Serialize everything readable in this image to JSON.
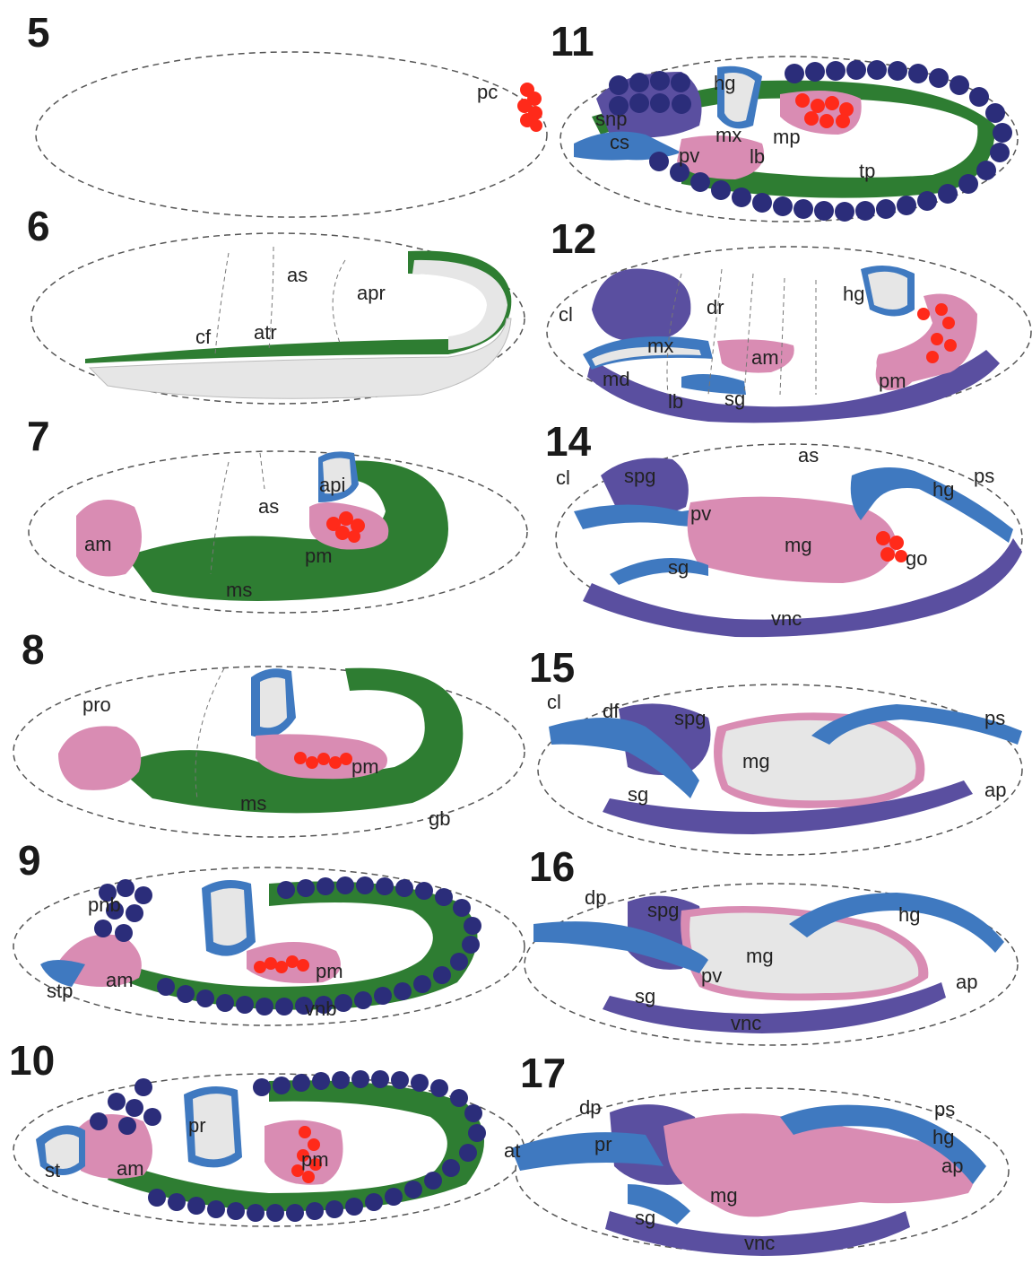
{
  "colors": {
    "mesoderm": "#2e7d32",
    "endoderm": "#d98cb3",
    "nervous": "#5a4fa0",
    "ectoderm_gut": "#3f79c0",
    "pole_cells": "#ff2a1a",
    "yolk": "#e6e6e6"
  },
  "panels": [
    {
      "id": "5",
      "number": "5",
      "labels": [
        "pc"
      ]
    },
    {
      "id": "6",
      "number": "6",
      "labels": [
        "as",
        "apr",
        "cf",
        "atr"
      ]
    },
    {
      "id": "7",
      "number": "7",
      "labels": [
        "api",
        "as",
        "am",
        "pm",
        "ms"
      ]
    },
    {
      "id": "8",
      "number": "8",
      "labels": [
        "pro",
        "pm",
        "ms",
        "gb"
      ]
    },
    {
      "id": "9",
      "number": "9",
      "labels": [
        "pnb",
        "am",
        "pm",
        "stp",
        "vnb"
      ]
    },
    {
      "id": "10",
      "number": "10",
      "labels": [
        "pr",
        "st",
        "am",
        "pm"
      ]
    },
    {
      "id": "11",
      "number": "11",
      "labels": [
        "hg",
        "snp",
        "mx",
        "mp",
        "cs",
        "pv",
        "lb",
        "tp"
      ]
    },
    {
      "id": "12",
      "number": "12",
      "labels": [
        "hg",
        "cl",
        "dr",
        "mx",
        "am",
        "md",
        "pm",
        "lb",
        "sg"
      ]
    },
    {
      "id": "14",
      "number": "14",
      "labels": [
        "as",
        "cl",
        "spg",
        "hg",
        "ps",
        "pv",
        "mg",
        "sg",
        "go",
        "vnc"
      ]
    },
    {
      "id": "15",
      "number": "15",
      "labels": [
        "cl",
        "df",
        "spg",
        "ps",
        "mg",
        "sg",
        "ap"
      ]
    },
    {
      "id": "16",
      "number": "16",
      "labels": [
        "dp",
        "spg",
        "hg",
        "mg",
        "pv",
        "ap",
        "sg",
        "vnc"
      ]
    },
    {
      "id": "17",
      "number": "17",
      "labels": [
        "dp",
        "ps",
        "at",
        "pr",
        "hg",
        "ap",
        "mg",
        "sg",
        "vnc"
      ]
    }
  ]
}
